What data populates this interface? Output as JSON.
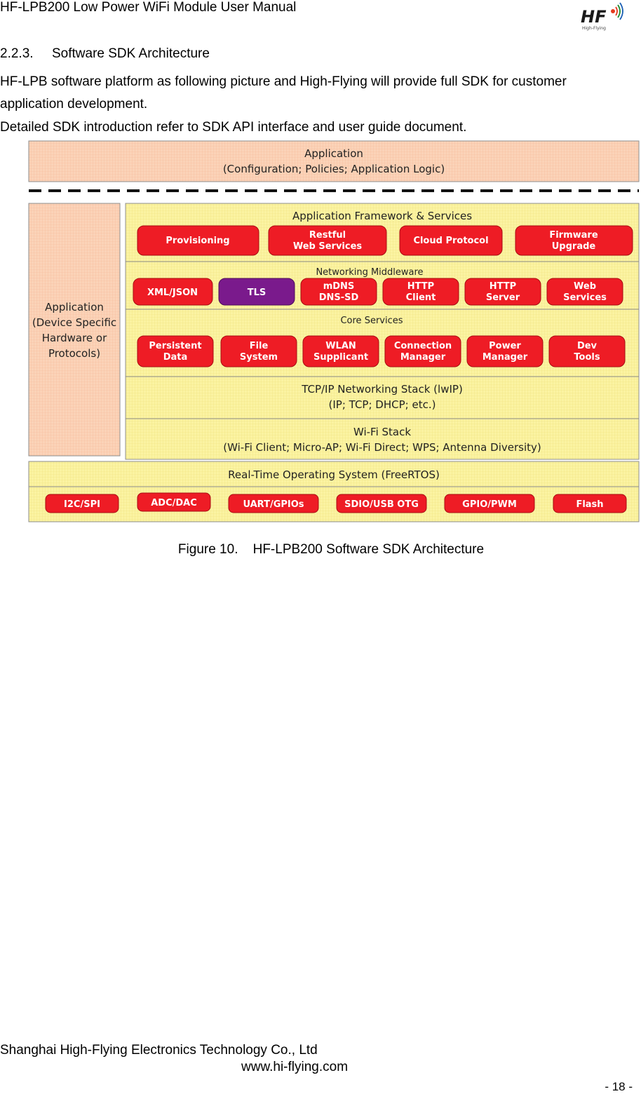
{
  "header": {
    "title": "HF-LPB200 Low Power WiFi Module User Manual",
    "logo_text": "HF",
    "logo_subtext": "High-Flying"
  },
  "section": {
    "number": "2.2.3.",
    "title": "Software SDK Architecture"
  },
  "body": {
    "paragraph1": "HF-LPB software platform as following picture and High-Flying will provide full SDK for customer application development.",
    "paragraph2": "Detailed SDK introduction refer to SDK API interface and user guide document."
  },
  "diagram": {
    "top_app": {
      "title": "Application",
      "subtitle": "(Configuration; Policies; Application Logic)"
    },
    "side_app": {
      "lines": [
        "Application",
        "(Device Specific",
        "Hardware or",
        "Protocols)"
      ]
    },
    "framework": {
      "title": "Application Framework & Services",
      "blocks": [
        [
          "Provisioning"
        ],
        [
          "Restful",
          "Web Services"
        ],
        [
          "Cloud Protocol"
        ],
        [
          "Firmware",
          "Upgrade"
        ]
      ]
    },
    "middleware": {
      "title": "Networking Middleware",
      "blocks": [
        [
          "XML/JSON"
        ],
        [
          "TLS"
        ],
        [
          "mDNS",
          "DNS-SD"
        ],
        [
          "HTTP",
          "Client"
        ],
        [
          "HTTP",
          "Server"
        ],
        [
          "Web",
          "Services"
        ]
      ]
    },
    "core": {
      "title": "Core Services",
      "blocks": [
        [
          "Persistent",
          "Data"
        ],
        [
          "File",
          "System"
        ],
        [
          "WLAN",
          "Supplicant"
        ],
        [
          "Connection",
          "Manager"
        ],
        [
          "Power",
          "Manager"
        ],
        [
          "Dev",
          "Tools"
        ]
      ]
    },
    "tcpip": {
      "title": "TCP/IP Networking Stack (lwIP)",
      "subtitle": "(IP; TCP; DHCP; etc.)"
    },
    "wifi": {
      "title": "Wi-Fi Stack",
      "subtitle": "(Wi-Fi Client; Micro-AP; Wi-Fi Direct; WPS; Antenna Diversity)"
    },
    "rtos": {
      "title": "Real-Time Operating System (FreeRTOS)"
    },
    "drivers": {
      "blocks": [
        "I2C/SPI",
        "ADC/DAC",
        "UART/GPIOs",
        "SDIO/USB OTG",
        "GPIO/PWM",
        "Flash"
      ]
    },
    "colors": {
      "app_fill": "#fbd3b8",
      "layer_fill": "#fbf3a2",
      "block_red": "#ee1c25",
      "block_purple": "#7a1a8c",
      "outline": "#8c8c8c"
    }
  },
  "figure": {
    "number": "Figure 10.",
    "caption": "HF-LPB200 Software SDK Architecture"
  },
  "footer": {
    "company": "Shanghai High-Flying Electronics Technology Co., Ltd",
    "website": "www.hi-flying.com",
    "page": "- 18 -"
  }
}
